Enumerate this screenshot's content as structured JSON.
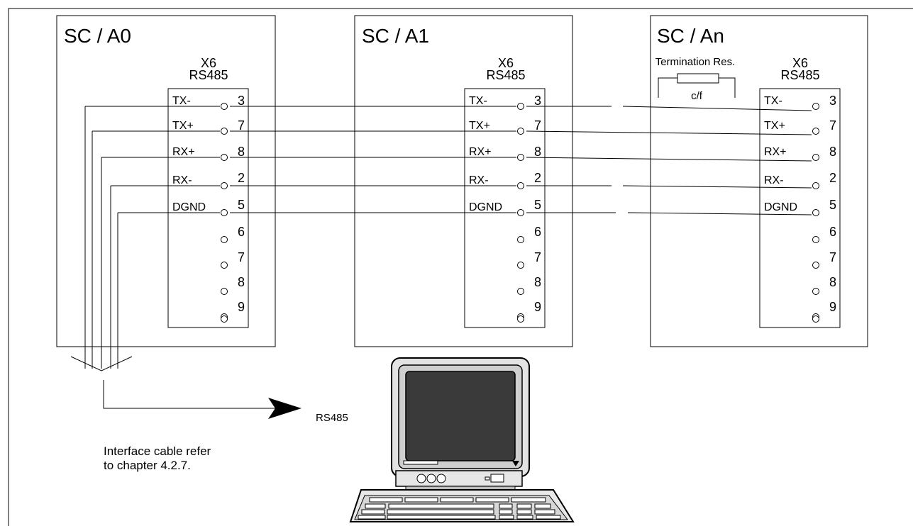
{
  "modules": [
    {
      "title": "SC / A0",
      "connector_name": "X6",
      "connector_type": "RS485",
      "signals": [
        {
          "label": "TX-",
          "pin": "3"
        },
        {
          "label": "TX+",
          "pin": "7"
        },
        {
          "label": "RX+",
          "pin": "8"
        },
        {
          "label": "RX-",
          "pin": "2"
        },
        {
          "label": "DGND",
          "pin": "5"
        }
      ],
      "spare_pins": [
        "6",
        "7",
        "8",
        "9"
      ]
    },
    {
      "title": "SC / A1",
      "connector_name": "X6",
      "connector_type": "RS485",
      "signals": [
        {
          "label": "TX-",
          "pin": "3"
        },
        {
          "label": "TX+",
          "pin": "7"
        },
        {
          "label": "RX+",
          "pin": "8"
        },
        {
          "label": "RX-",
          "pin": "2"
        },
        {
          "label": "DGND",
          "pin": "5"
        }
      ],
      "spare_pins": [
        "6",
        "7",
        "8",
        "9"
      ]
    },
    {
      "title": "SC / An",
      "connector_name": "X6",
      "connector_type": "RS485",
      "signals": [
        {
          "label": "TX-",
          "pin": "3"
        },
        {
          "label": "TX+",
          "pin": "7"
        },
        {
          "label": "RX+",
          "pin": "8"
        },
        {
          "label": "RX-",
          "pin": "2"
        },
        {
          "label": "DGND",
          "pin": "5"
        }
      ],
      "spare_pins": [
        "6",
        "7",
        "8",
        "9"
      ]
    }
  ],
  "termination": {
    "label": "Termination Res.",
    "note": "c/f"
  },
  "pc": {
    "label": "RS485"
  },
  "cable_note": {
    "line1": "Interface cable refer",
    "line2": "to chapter 4.2.7."
  }
}
